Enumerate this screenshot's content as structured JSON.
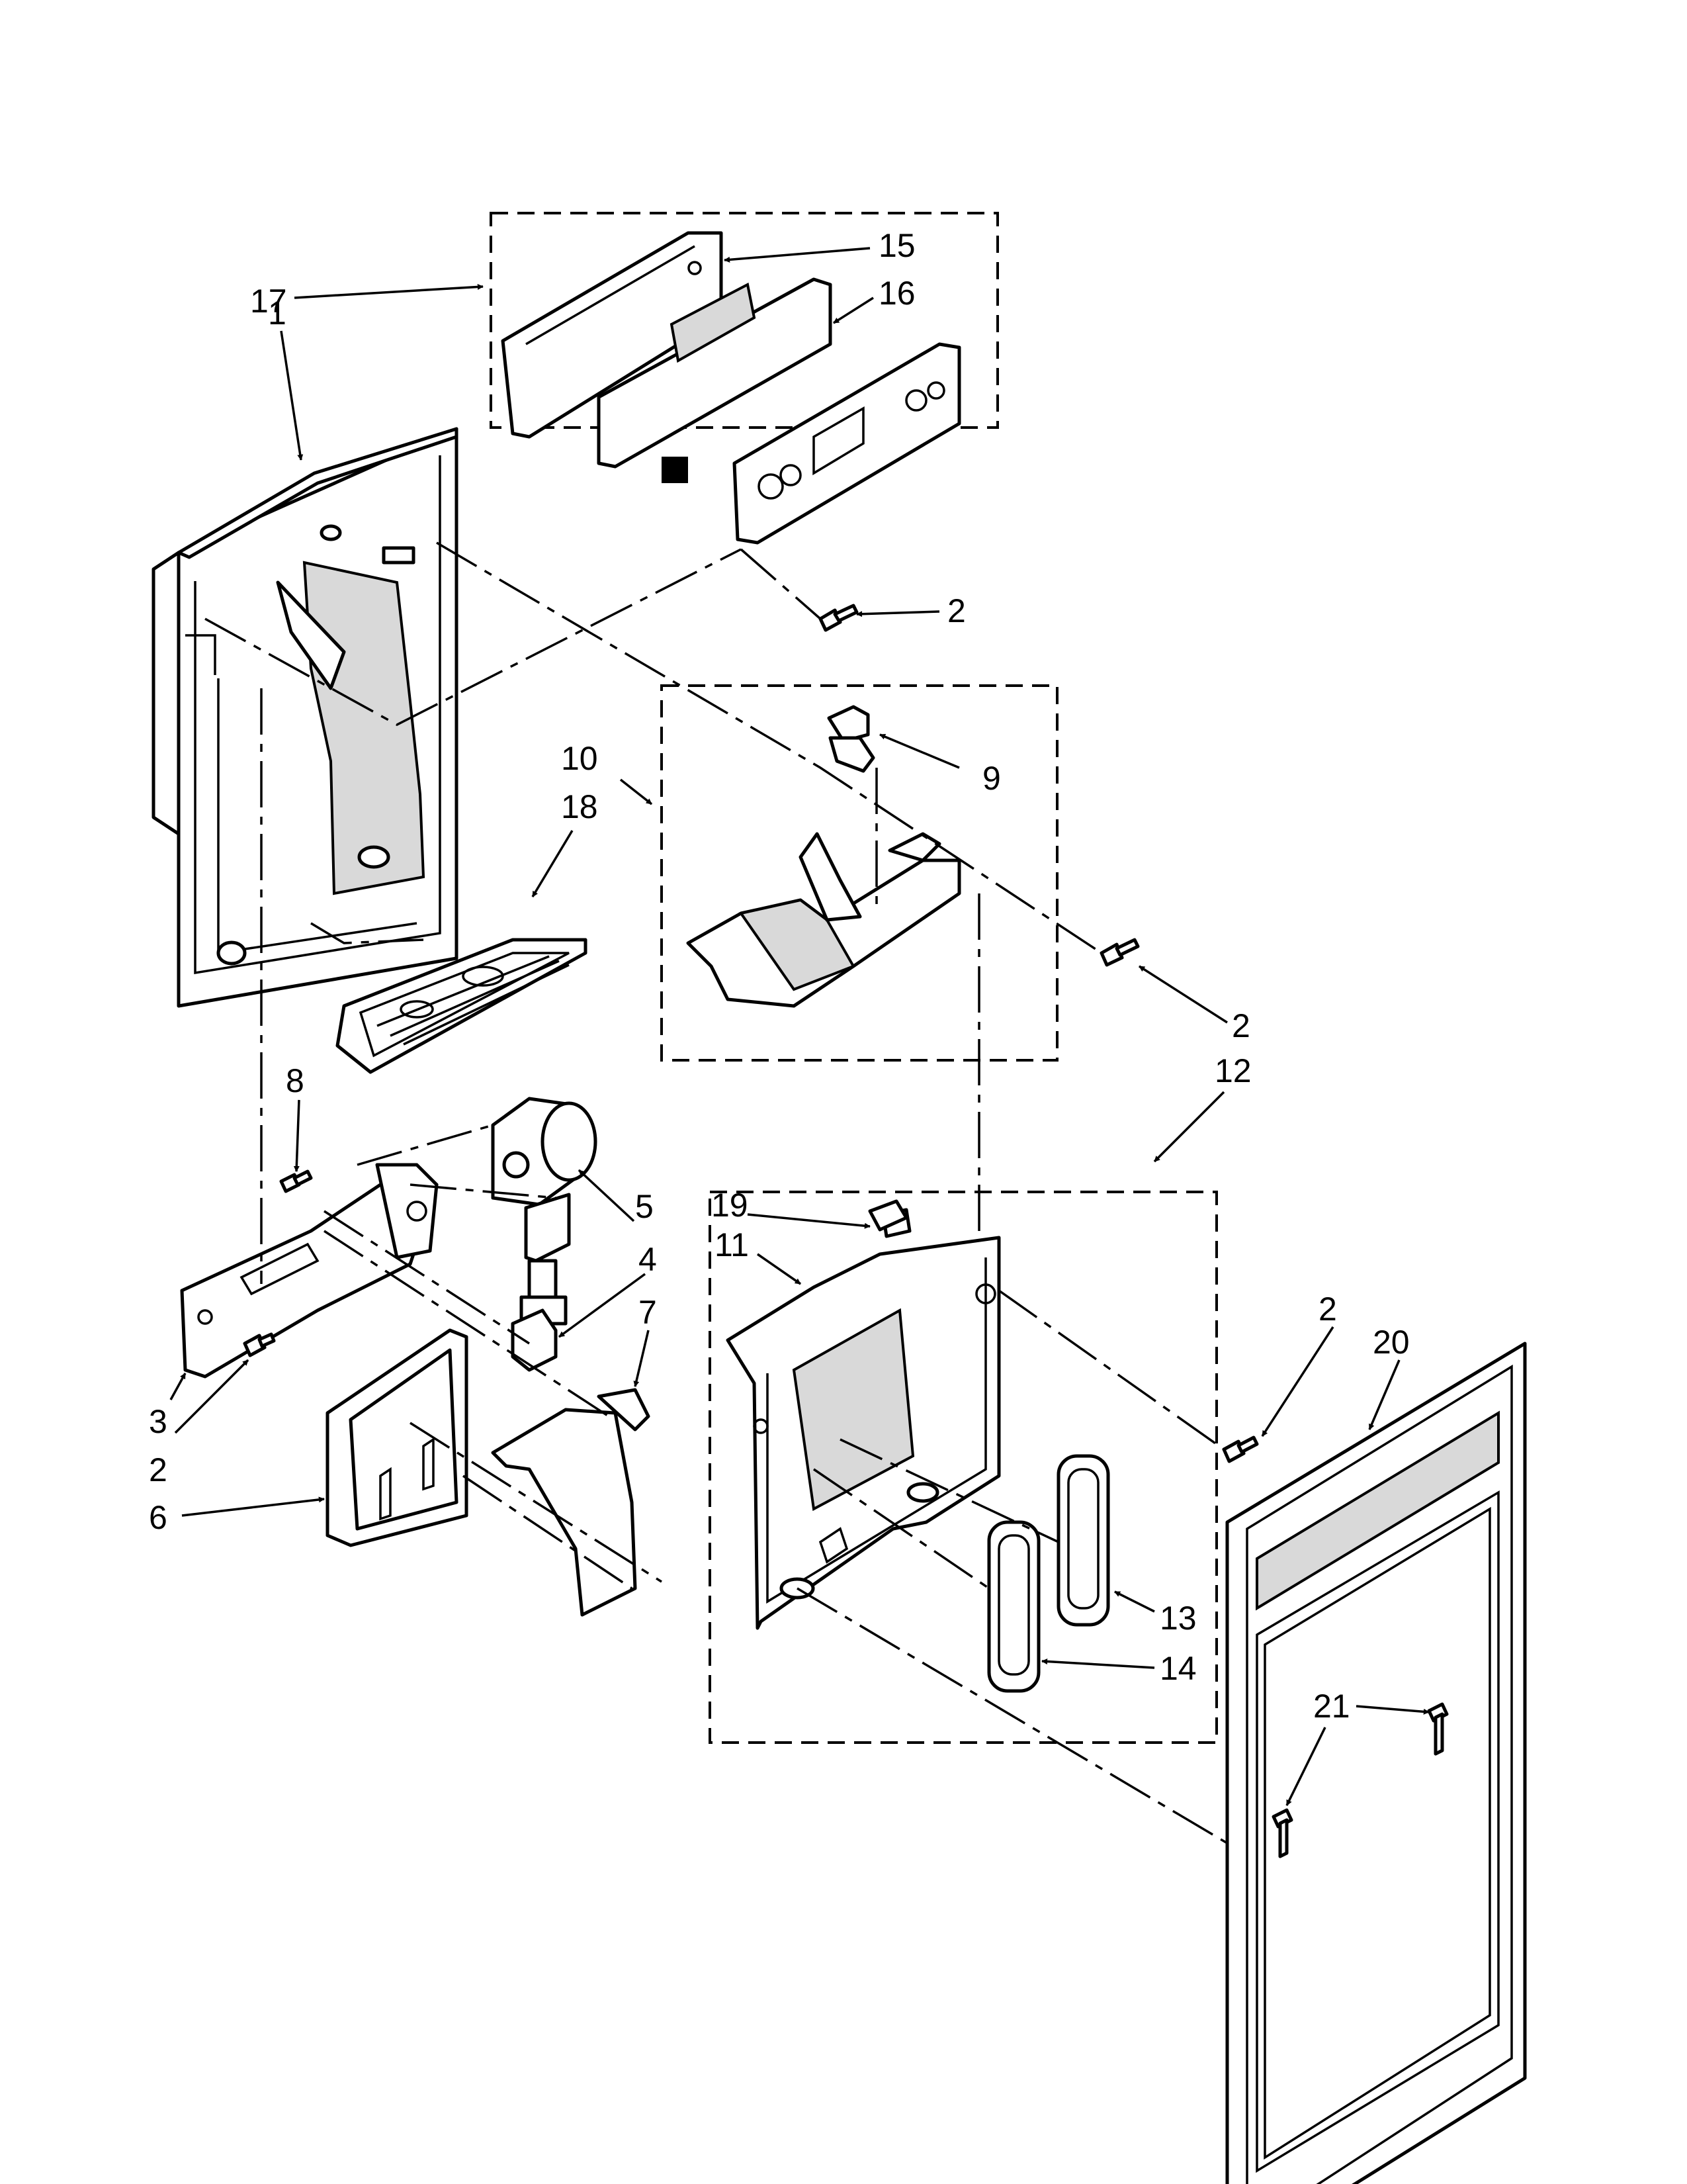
{
  "callouts": [
    "1",
    "2",
    "3",
    "4",
    "5",
    "6",
    "7",
    "8",
    "9",
    "10",
    "11",
    "12",
    "13",
    "14",
    "15",
    "16",
    "17",
    "18",
    "19",
    "20",
    "21"
  ]
}
